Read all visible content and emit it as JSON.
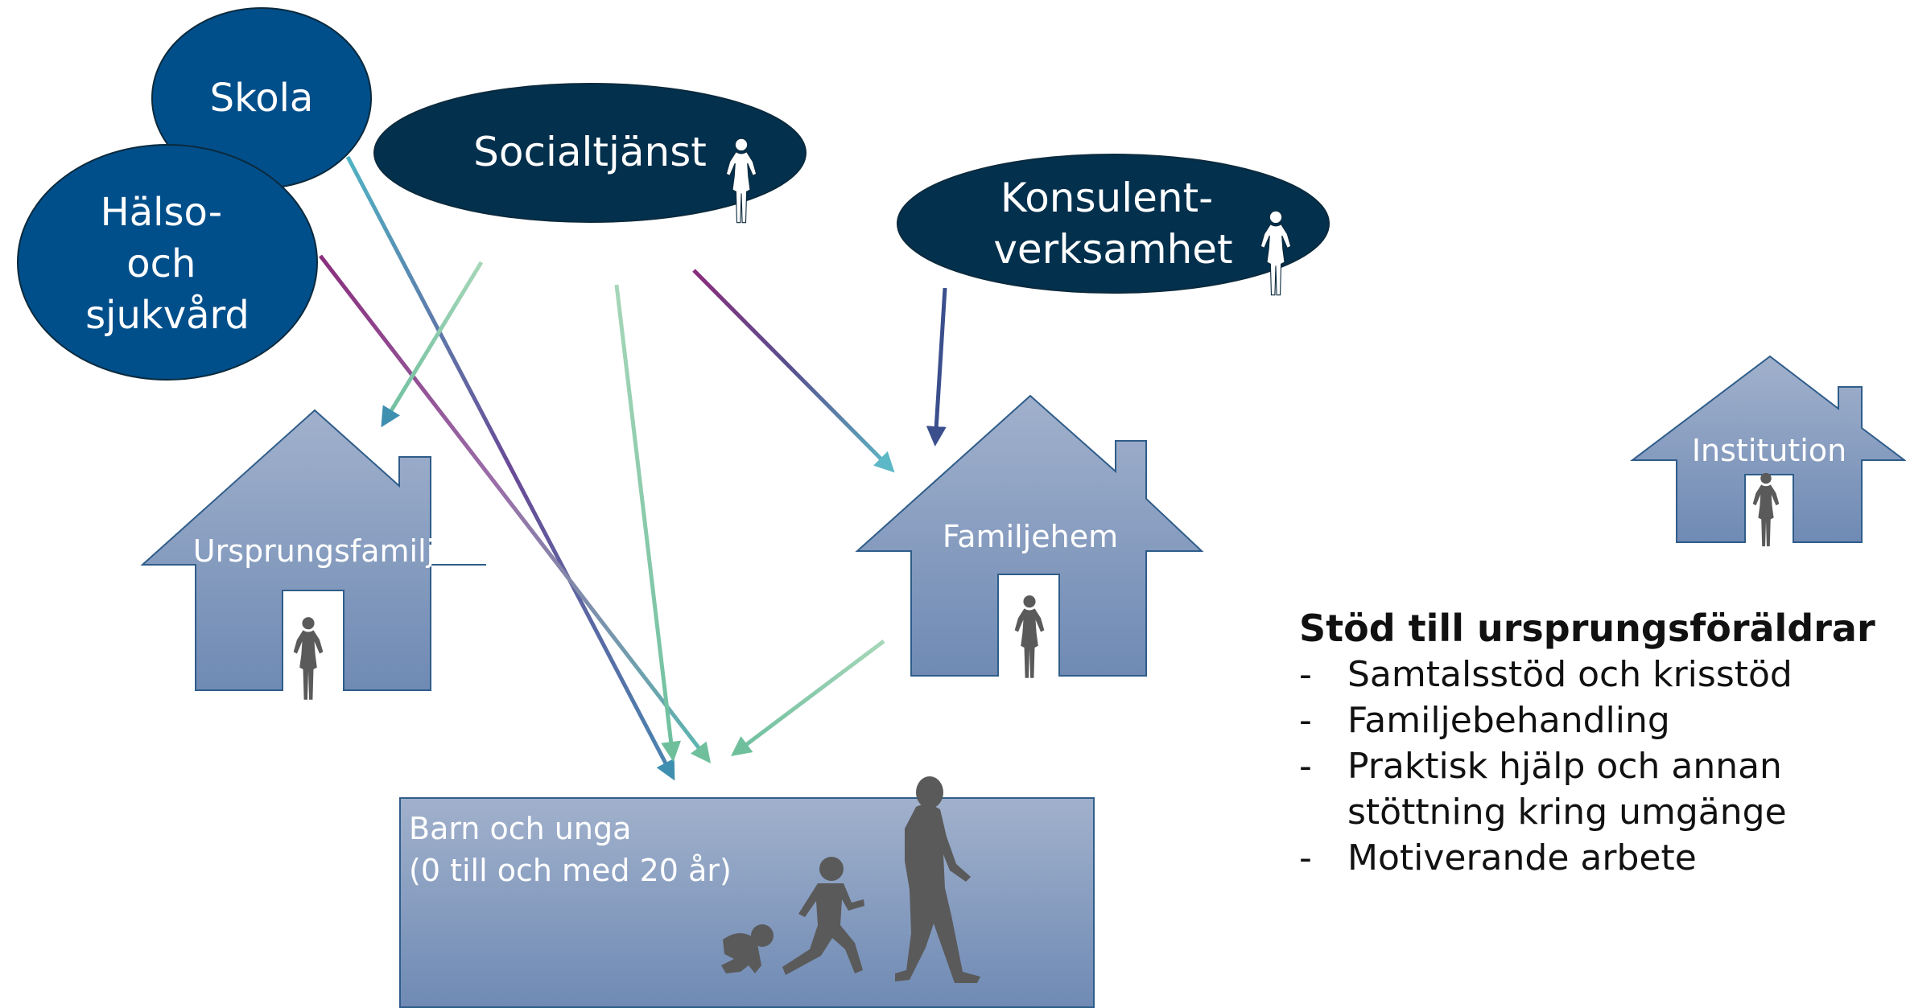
{
  "organizations": {
    "skola": {
      "label": "Skola"
    },
    "halso": {
      "lines": [
        "Hälso-",
        "och",
        "sjukvård"
      ]
    },
    "socialtjanst": {
      "label": "Socialtjänst"
    },
    "konsulent": {
      "lines": [
        "Konsulent-",
        "verksamhet"
      ]
    }
  },
  "houses": {
    "ursprungsfamilj": {
      "label": "Ursprungsfamilj"
    },
    "familjehem": {
      "label": "Familjehem"
    },
    "institution": {
      "label": "Institution"
    }
  },
  "children_box": {
    "line1": "Barn och unga",
    "line2": "(0 till och med 20 år)"
  },
  "support": {
    "title": "Stöd till ursprungsföräldrar",
    "items": [
      {
        "lines": [
          "Samtalsstöd och krisstöd"
        ]
      },
      {
        "lines": [
          "Familjebehandling"
        ]
      },
      {
        "lines": [
          "Praktisk hjälp och annan",
          "stöttning kring umgänge"
        ]
      },
      {
        "lines": [
          "Motiverande arbete"
        ]
      }
    ]
  },
  "colors": {
    "org_blue": "#004f8b",
    "org_dark": "#03304d",
    "house_top": "#9fb0cb",
    "house_bottom": "#6f8ab4",
    "silhouette": "#5a5a5a",
    "arrow_teal": "#3aa1b5",
    "arrow_purple": "#6b3d8f",
    "arrow_green": "#7cc2a4",
    "arrow_navy": "#3b4f8c"
  }
}
